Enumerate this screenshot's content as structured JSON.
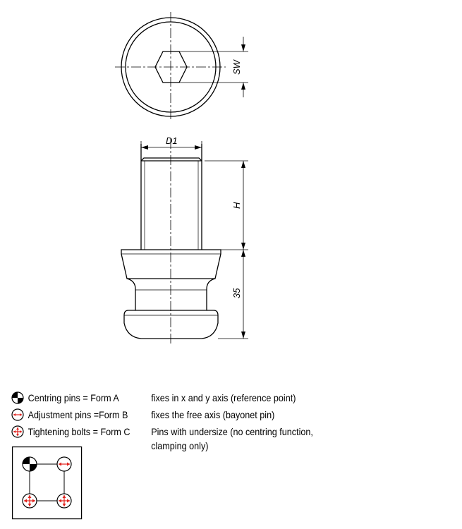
{
  "drawing": {
    "dimensions": {
      "sw": "SW",
      "d1": "D1",
      "h": "H",
      "height_value": "35"
    }
  },
  "legend": {
    "items": [
      {
        "icon": "centring-pin-icon",
        "label": "Centring pins = Form A",
        "description": "fixes in x and y axis (reference point)"
      },
      {
        "icon": "adjustment-pin-icon",
        "label": "Adjustment pins =Form B",
        "description": "fixes the free axis (bayonet pin)"
      },
      {
        "icon": "tightening-bolt-icon",
        "label": "Tightening bolts = Form C",
        "description": "Pins with undersize (no centring function,",
        "description_line2": "clamping only)"
      }
    ]
  },
  "colors": {
    "line": "#000000",
    "accent": "#e0201b"
  }
}
